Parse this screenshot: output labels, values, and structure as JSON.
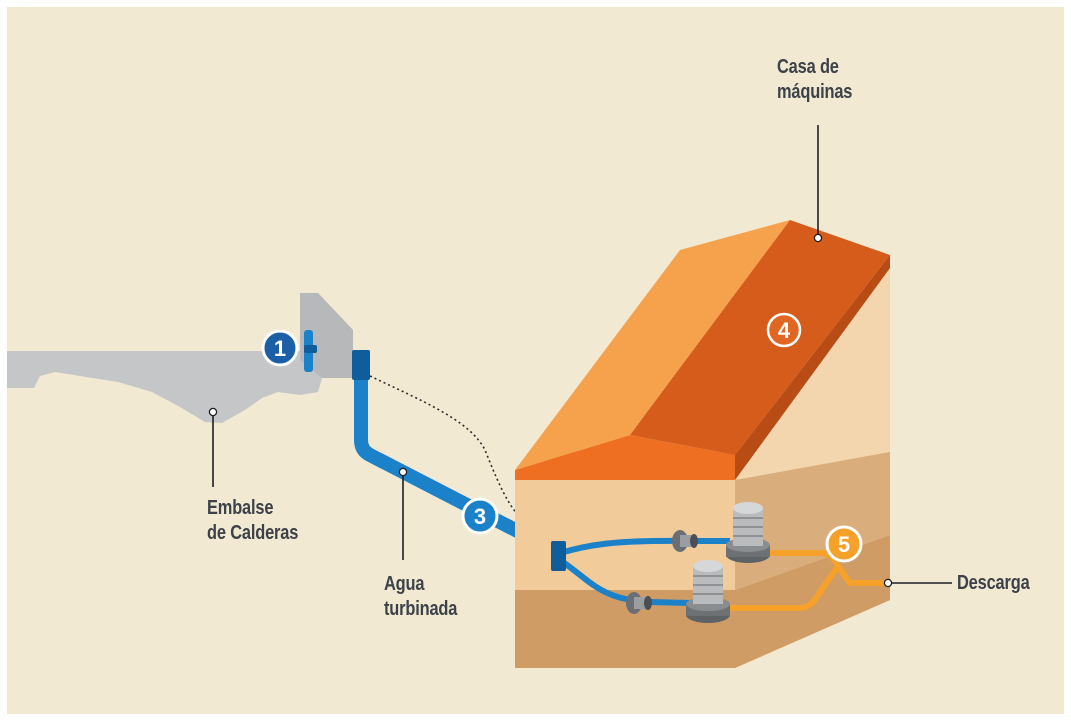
{
  "labels": {
    "casa_line1": "Casa de",
    "casa_line2": "máquinas",
    "embalse_line1": "Embalse",
    "embalse_line2": "de Calderas",
    "agua_line1": "Agua",
    "agua_line2": "turbinada",
    "descarga": "Descarga"
  },
  "markers": {
    "m1": "1",
    "m3": "3",
    "m4": "4",
    "m5": "5"
  },
  "colors": {
    "background": "#f1e9d2",
    "reservoir": "#c4c6c8",
    "pipe": "#1b82c9",
    "pipe_dark": "#0f5d9a",
    "roof_light": "#f6a24d",
    "roof_dark": "#d55c1b",
    "roof_front": "#ef6f22",
    "wall_light": "#f4cfa0",
    "wall_side": "#f0d2a8",
    "floor": "#cf9c66",
    "discharge": "#f5a12a",
    "text": "#3d4148"
  }
}
